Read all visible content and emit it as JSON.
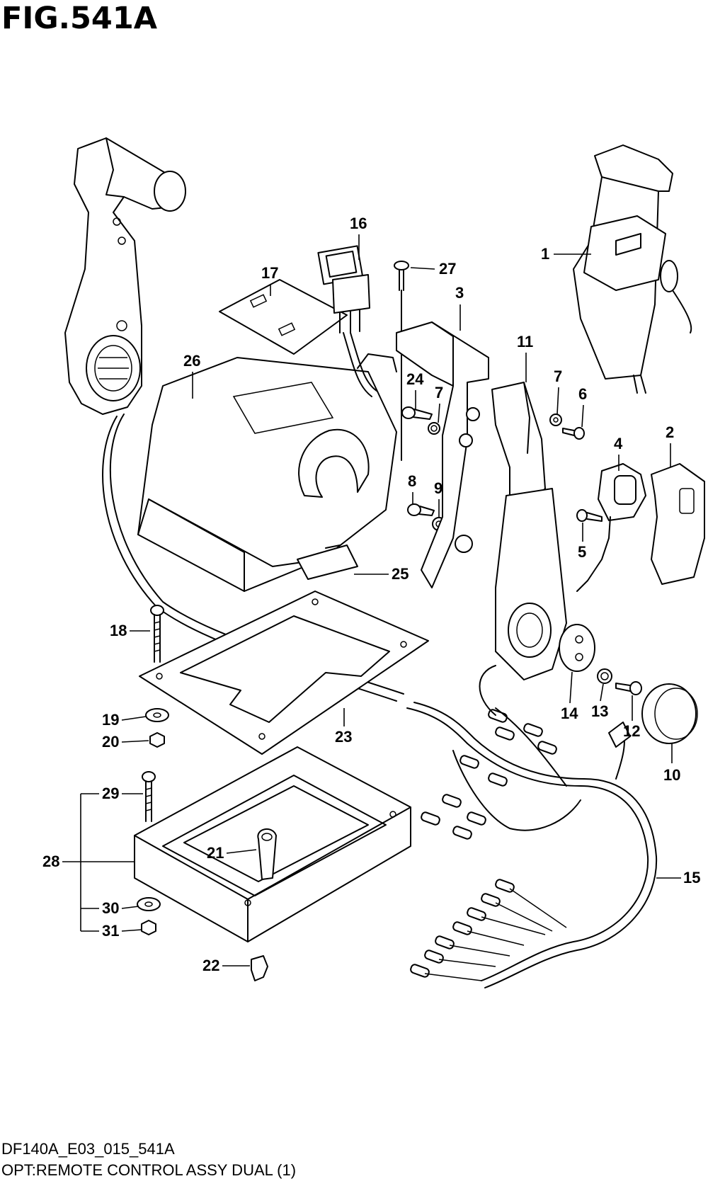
{
  "figure": {
    "title": "FIG.541A",
    "code": "DF140A_E03_015_541A",
    "description": "OPT:REMOTE CONTROL ASSY DUAL (1)"
  },
  "parts": [
    {
      "id": "p1",
      "label": "1"
    },
    {
      "id": "p2",
      "label": "2"
    },
    {
      "id": "p3",
      "label": "3"
    },
    {
      "id": "p4",
      "label": "4"
    },
    {
      "id": "p5",
      "label": "5"
    },
    {
      "id": "p6",
      "label": "6"
    },
    {
      "id": "p7a",
      "label": "7"
    },
    {
      "id": "p7b",
      "label": "7"
    },
    {
      "id": "p8",
      "label": "8"
    },
    {
      "id": "p9",
      "label": "9"
    },
    {
      "id": "p10",
      "label": "10"
    },
    {
      "id": "p11",
      "label": "11"
    },
    {
      "id": "p12",
      "label": "12"
    },
    {
      "id": "p13",
      "label": "13"
    },
    {
      "id": "p14",
      "label": "14"
    },
    {
      "id": "p15",
      "label": "15"
    },
    {
      "id": "p16",
      "label": "16"
    },
    {
      "id": "p17",
      "label": "17"
    },
    {
      "id": "p18",
      "label": "18"
    },
    {
      "id": "p19",
      "label": "19"
    },
    {
      "id": "p20",
      "label": "20"
    },
    {
      "id": "p21",
      "label": "21"
    },
    {
      "id": "p22",
      "label": "22"
    },
    {
      "id": "p23",
      "label": "23"
    },
    {
      "id": "p24",
      "label": "24"
    },
    {
      "id": "p25",
      "label": "25"
    },
    {
      "id": "p26",
      "label": "26"
    },
    {
      "id": "p27",
      "label": "27"
    },
    {
      "id": "p28",
      "label": "28"
    },
    {
      "id": "p29",
      "label": "29"
    },
    {
      "id": "p30",
      "label": "30"
    },
    {
      "id": "p31",
      "label": "31"
    }
  ]
}
